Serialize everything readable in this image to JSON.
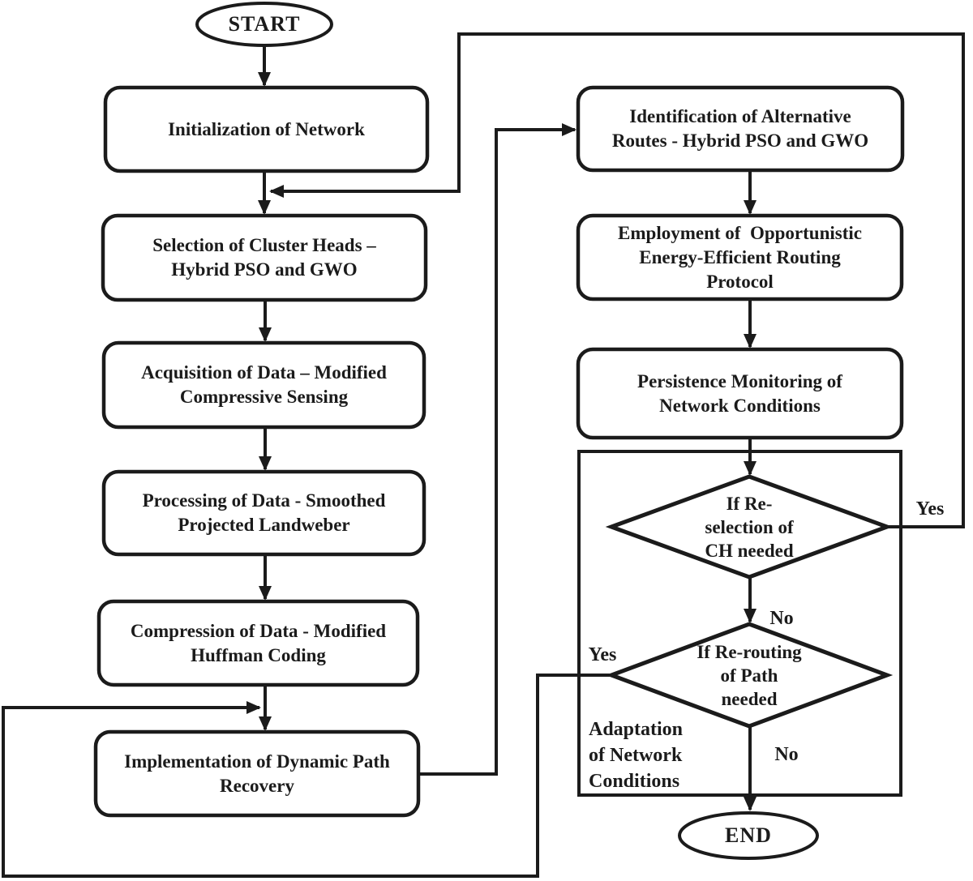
{
  "colors": {
    "stroke": "#1b1b1b",
    "background": "#ffffff",
    "text": "#1b1b1b"
  },
  "terminals": {
    "start": "START",
    "end": "END"
  },
  "nodes": {
    "initialization": {
      "lines": [
        "Initialization of Network"
      ]
    },
    "cluster_heads": {
      "lines": [
        "Selection of Cluster Heads –",
        "Hybrid PSO and GWO"
      ]
    },
    "acquisition": {
      "lines": [
        "Acquisition of Data – Modified",
        "Compressive Sensing"
      ]
    },
    "processing": {
      "lines": [
        "Processing of Data - Smoothed",
        "Projected Landweber"
      ]
    },
    "compression": {
      "lines": [
        "Compression of Data - Modified",
        "Huffman Coding"
      ]
    },
    "implementation": {
      "lines": [
        "Implementation of Dynamic Path",
        "Recovery"
      ]
    },
    "identification": {
      "lines": [
        "Identification of Alternative",
        "Routes - Hybrid PSO and GWO"
      ]
    },
    "employment": {
      "lines": [
        "Employment of  Opportunistic",
        "Energy-Efficient Routing",
        "Protocol"
      ]
    },
    "persistence": {
      "lines": [
        "Persistence Monitoring of",
        "Network Conditions"
      ]
    }
  },
  "decisions": {
    "reselection": {
      "lines": [
        "If Re-",
        "selection of",
        "CH needed"
      ]
    },
    "rerouting": {
      "lines": [
        "If Re-routing",
        "of Path",
        "needed"
      ]
    }
  },
  "branch_labels": {
    "reselection_yes": "Yes",
    "reselection_no": "No",
    "rerouting_yes": "Yes",
    "rerouting_no": "No"
  },
  "annotations": {
    "adaptation": {
      "lines": [
        "Adaptation",
        "of Network",
        "Conditions"
      ]
    }
  }
}
